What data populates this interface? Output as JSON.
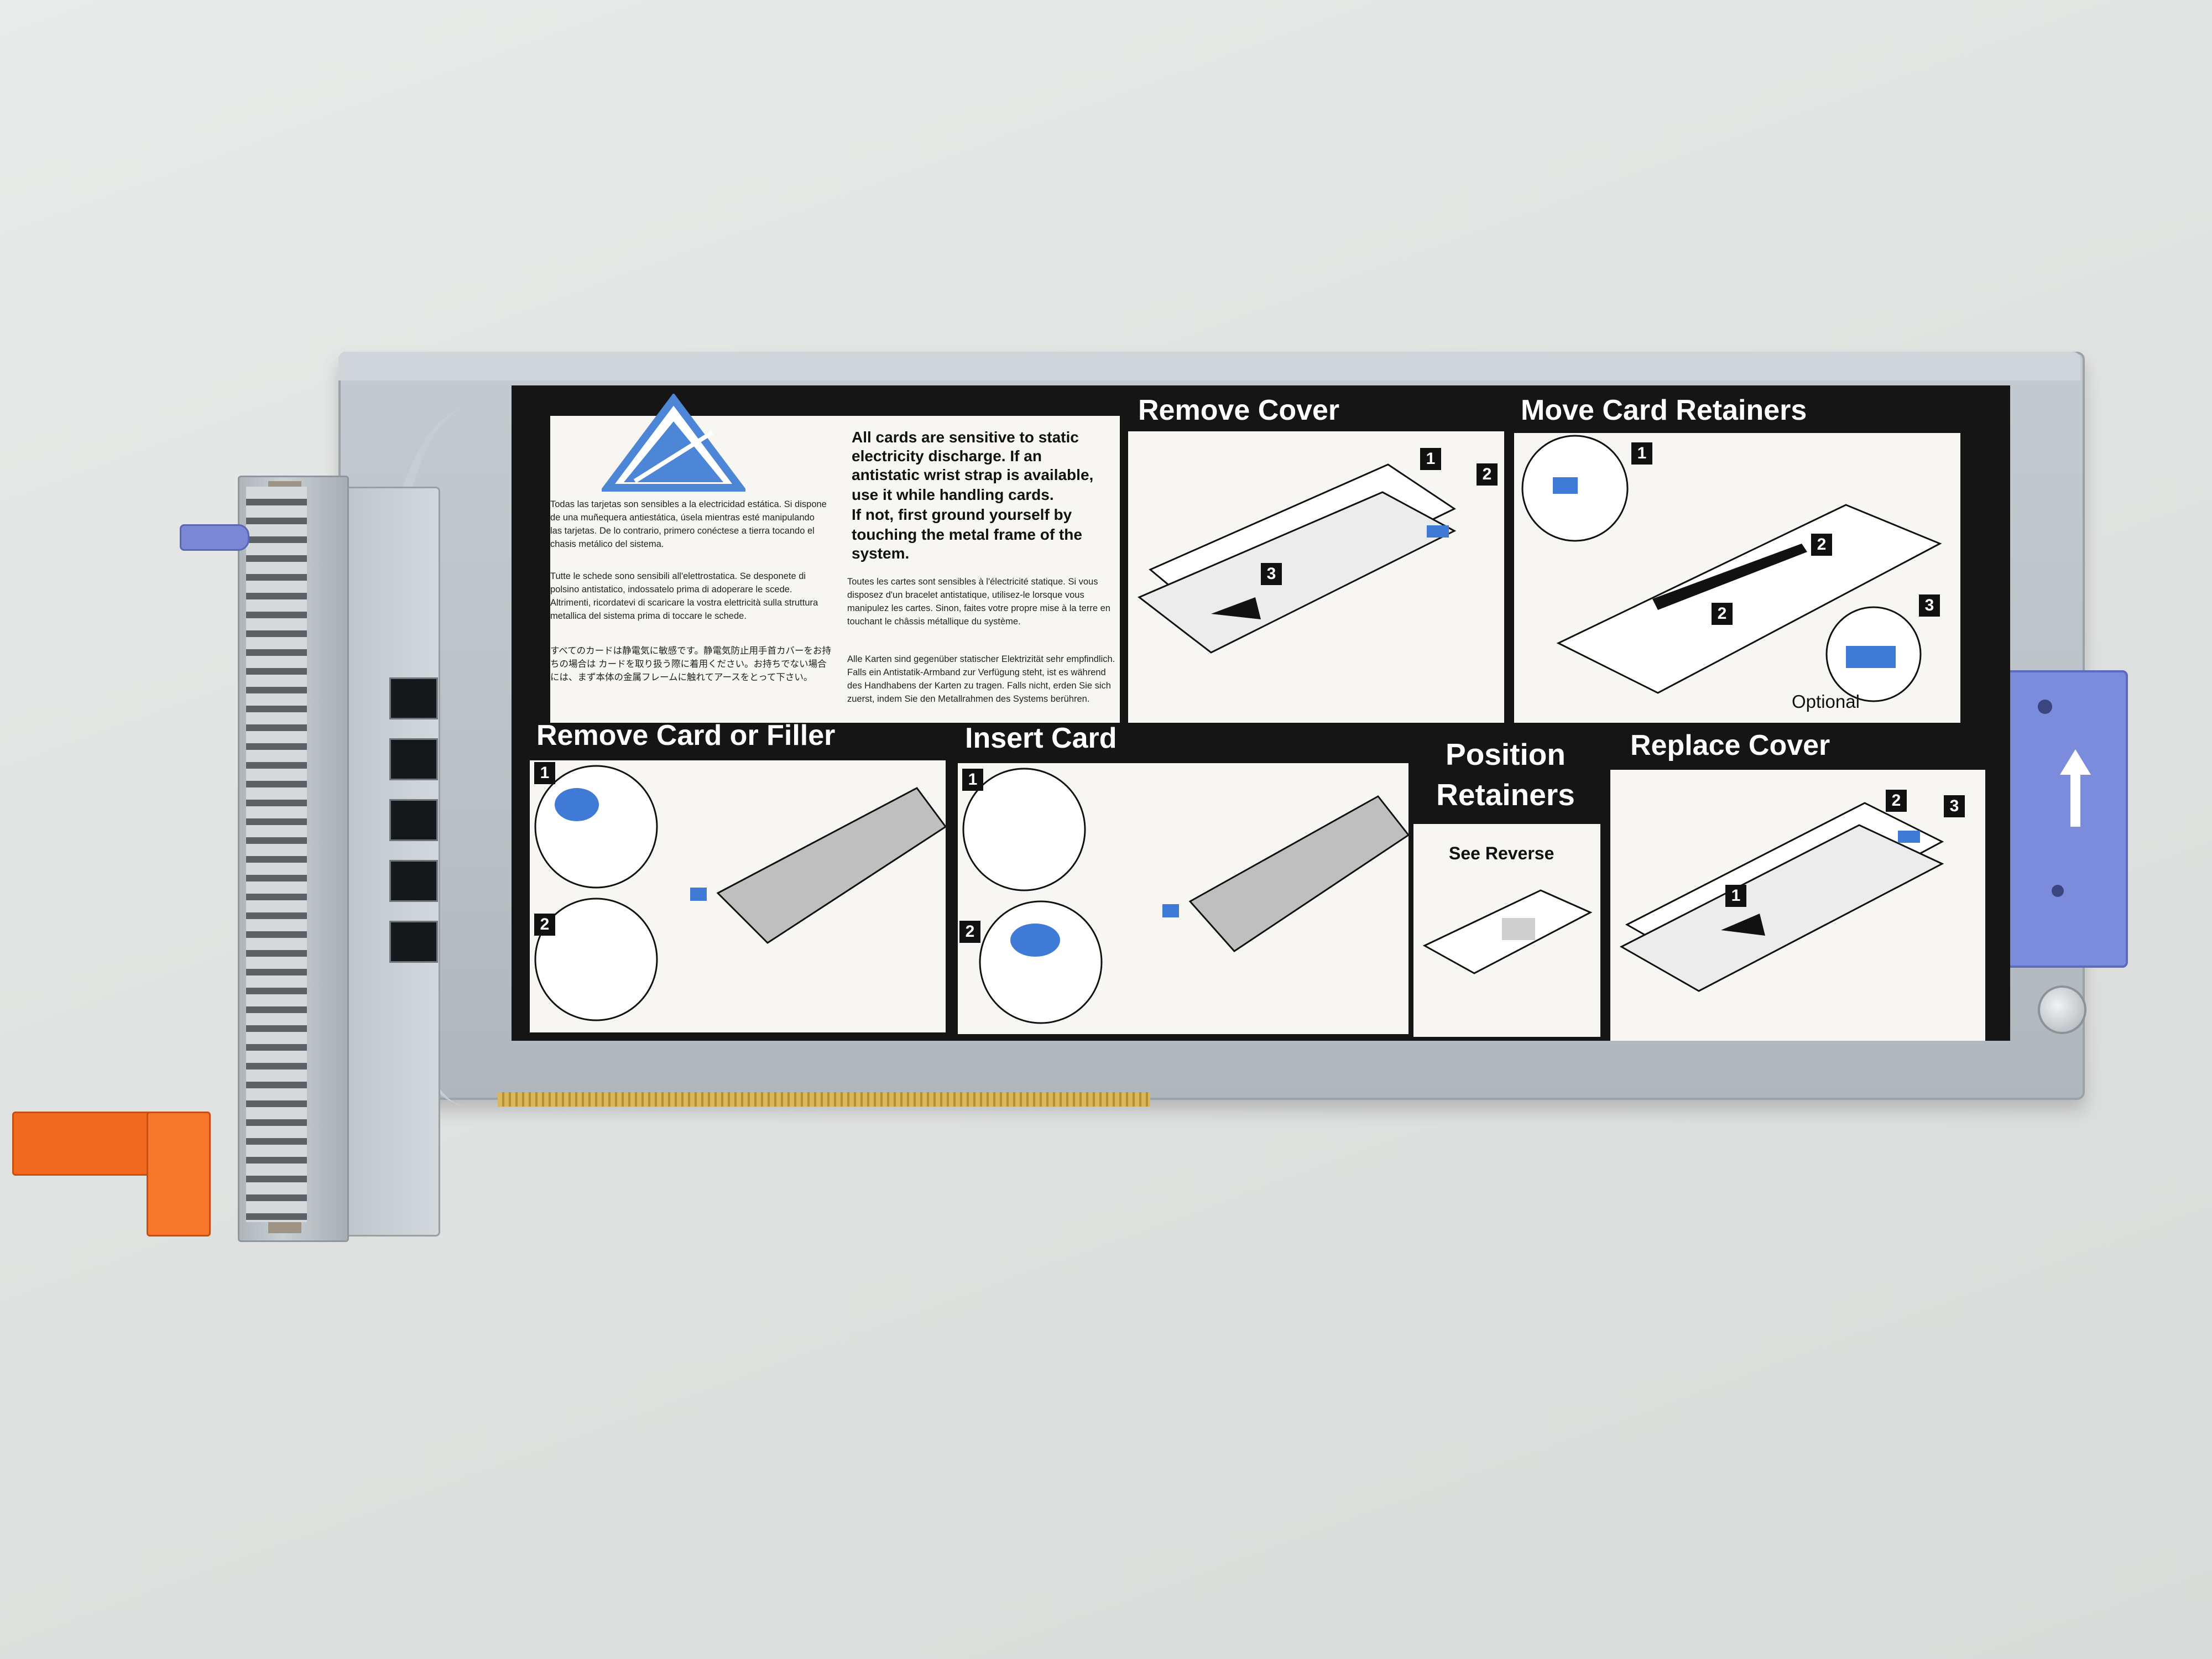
{
  "label": {
    "warning": {
      "english": [
        "All cards are sensitive to static",
        "electricity discharge. If an",
        "antistatic wrist strap is available,",
        "use it while handling cards.",
        "If not, first ground yourself by",
        "touching the metal frame of the",
        "system."
      ],
      "spanish": "Todas las tarjetas son sensibles a la electricidad estática. Si dispone de una muñequera antiestática, úsela mientras esté manipulando las tarjetas. De lo contrario, primero conéctese a tierra tocando el chasis metálico del sistema.",
      "italian": "Tutte le schede sono sensibili all'elettrostatica. Se desponete di polsino antistatico, indossatelo prima di adoperare le scede. Altrimenti, ricordatevi di scaricare la vostra elettricità sulla struttura metallica del sistema prima di toccare le schede.",
      "japanese": "すべてのカードは静電気に敏感です。静電気防止用手首カバーをお持ちの場合は カードを取り扱う際に着用ください。お持ちでない場合には、まず本体の金属フレームに触れてアースをとって下さい。",
      "french": "Toutes les cartes sont sensibles à l'électricité statique. Si vous disposez d'un bracelet antistatique, utilisez-le lorsque vous manipulez les cartes. Sinon, faites votre propre mise à la terre en touchant le châssis métallique du système.",
      "german": "Alle Karten sind gegenüber statischer Elektrizität sehr empfindlich. Falls ein Antistatik-Armband zur Verfügung steht, ist es während des Handhabens der Karten zu tragen. Falls nicht, erden Sie sich zuerst, indem Sie den Metallrahmen des Systems berühren."
    },
    "panels": {
      "remove_cover": "Remove Cover",
      "move_card_retainers": "Move Card Retainers",
      "remove_card_or_filler": "Remove Card or Filler",
      "insert_card": "Insert Card",
      "position_retainers_line1": "Position",
      "position_retainers_line2": "Retainers",
      "replace_cover": "Replace Cover"
    },
    "optional": "Optional",
    "see_reverse": "See Reverse",
    "step_numbers": [
      "1",
      "2",
      "3"
    ]
  },
  "colors": {
    "label_black": "#151515",
    "label_white": "#f7f6f2",
    "latch_blue": "#7c8cdc",
    "touchpoint_blue": "#3f7ad6",
    "release_orange": "#f26a1f",
    "metal": "#b9c1c6"
  },
  "icons": [
    "esd-warning-triangle-icon",
    "up-arrow-icon"
  ]
}
